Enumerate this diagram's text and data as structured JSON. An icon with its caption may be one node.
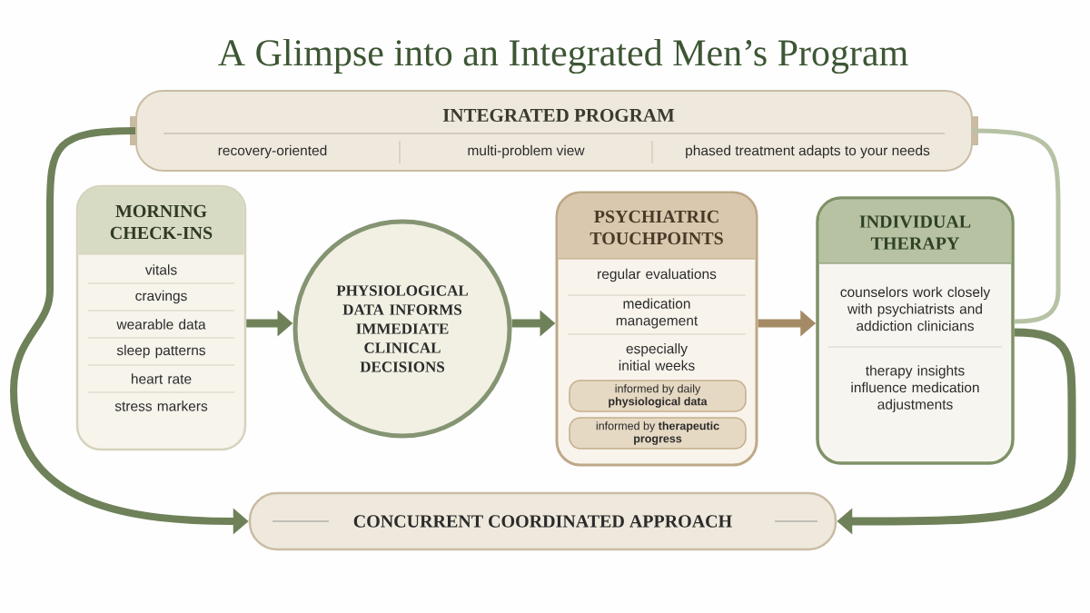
{
  "diagram": {
    "title": "A Glimpse into an Integrated Men’s Program",
    "nodes": [
      {
        "text": [
          "INTEGRATED PROGRAM"
        ]
      },
      {
        "text": [
          "recovery-oriented"
        ],
        "in": 0
      },
      {
        "text": [
          "multi-problem view"
        ],
        "in": 0
      },
      {
        "text": [
          "phased treatment adapts to your needs"
        ],
        "in": 0
      },
      {
        "text": [
          "MORNING CHECK-INS",
          "vitals",
          "cravings",
          "wearable data",
          "sleep patterns",
          "heart rate",
          "stress markers"
        ]
      },
      {
        "text": [
          "PHYSIOLOGICAL DATA INFORMS IMMEDIATE CLINICAL DECISIONS"
        ]
      },
      {
        "text": [
          "PSYCHIATRIC TOUCHPOINTS",
          "regular evaluations",
          "medication management",
          "especially initial weeks"
        ]
      },
      {
        "text": [
          "informed by daily **physiological data**"
        ],
        "in": 6
      },
      {
        "text": [
          "informed by **therapeutic progress**"
        ],
        "in": 6
      },
      {
        "text": [
          "INDIVIDUAL THERAPY",
          "counselors work closely with psychiatrists and addiction clinicians",
          "therapy insights influence medication adjustments"
        ]
      },
      {
        "text": [
          "CONCURRENT COORDINATED APPROACH"
        ]
      }
    ],
    "edges": [
      {
        "from": 4,
        "to": 5,
        "arrow": "to"
      },
      {
        "from": 5,
        "to": 6,
        "arrow": "to"
      },
      {
        "from": 6,
        "to": 9,
        "arrow": "to",
        "color": "#a58b65"
      },
      {
        "from": 0,
        "to": 10,
        "arrow": "to"
      },
      {
        "from": 0,
        "to": 9,
        "arrow": "none",
        "color": "#b7c2a5"
      },
      {
        "from": 9,
        "to": 10,
        "arrow": "to"
      }
    ]
  }
}
